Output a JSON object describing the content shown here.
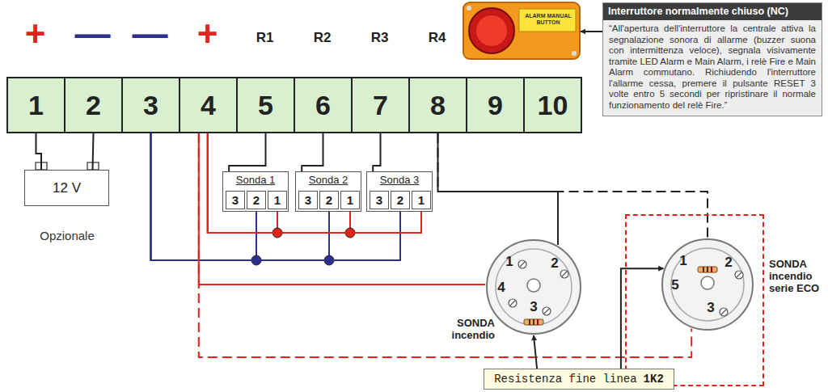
{
  "diagram": {
    "nodes": [
      {
        "text": [
          "1"
        ]
      },
      {
        "text": [
          "2"
        ]
      },
      {
        "text": [
          "3"
        ]
      },
      {
        "text": [
          "4"
        ]
      },
      {
        "text": [
          "5"
        ]
      },
      {
        "text": [
          "6"
        ]
      },
      {
        "text": [
          "7"
        ]
      },
      {
        "text": [
          "8"
        ]
      },
      {
        "text": [
          "9"
        ]
      },
      {
        "text": [
          "10"
        ]
      },
      {
        "text": [
          "12 V"
        ]
      },
      {
        "text": [
          "ALARM MANUAL BUTTON"
        ]
      },
      {
        "text": [
          "Interruttore normalmente chiuso (NC)",
          "“All'apertura dell'interruttore la centrale attiva la segnalazione sonora di allarme (buzzer suona con intermittenza veloce), segnala visivamente tramite LED Alarm e Main Alarm, i relè Fire e Main Alarm commutano. Richiudendo l'interruttore l'allarme cessa, premere il pulsante RESET 3 volte entro 5 secondi per ripristinare il normale funzionamento del relè Fire.”"
        ]
      },
      {
        "text": [
          "Sonda 1"
        ]
      },
      {
        "text": [
          "3"
        ],
        "in": 13
      },
      {
        "text": [
          "2"
        ],
        "in": 13
      },
      {
        "text": [
          "1"
        ],
        "in": 13
      },
      {
        "text": [
          "Sonda 2"
        ]
      },
      {
        "text": [
          "3"
        ],
        "in": 17
      },
      {
        "text": [
          "2"
        ],
        "in": 17
      },
      {
        "text": [
          "1"
        ],
        "in": 17
      },
      {
        "text": [
          "Sonda 3"
        ]
      },
      {
        "text": [
          "3"
        ],
        "in": 21
      },
      {
        "text": [
          "2"
        ],
        "in": 21
      },
      {
        "text": [
          "1"
        ],
        "in": 21
      },
      {
        "text": [
          "1",
          "2",
          "4",
          "3"
        ]
      },
      {
        "text": [
          "SONDA incendio serie ECO"
        ]
      },
      {
        "text": [
          "1",
          "2",
          "5",
          "3"
        ],
        "in": 26
      },
      {
        "text": [
          "Resistenza fine linea",
          "1K2"
        ]
      }
    ],
    "edges": [
      {
        "from": 0,
        "to": 10,
        "arrow": "none"
      },
      {
        "from": 1,
        "to": 10,
        "arrow": "none"
      },
      {
        "from": 2,
        "to": 15,
        "arrow": "none"
      },
      {
        "from": 2,
        "to": 19,
        "arrow": "none"
      },
      {
        "from": 2,
        "to": 23,
        "arrow": "none"
      },
      {
        "from": 3,
        "to": 16,
        "arrow": "none"
      },
      {
        "from": 3,
        "to": 20,
        "arrow": "none"
      },
      {
        "from": 3,
        "to": 24,
        "arrow": "none"
      },
      {
        "from": 3,
        "to": 25,
        "arrow": "none"
      },
      {
        "from": 3,
        "to": 27,
        "arrow": "none"
      },
      {
        "from": 4,
        "to": 13,
        "arrow": "none"
      },
      {
        "from": 5,
        "to": 17,
        "arrow": "none"
      },
      {
        "from": 6,
        "to": 21,
        "arrow": "none"
      },
      {
        "from": 7,
        "to": 25,
        "arrow": "none"
      },
      {
        "from": 7,
        "to": 27,
        "arrow": "none"
      },
      {
        "from": 12,
        "to": 11,
        "arrow": "to"
      },
      {
        "from": 28,
        "to": 25,
        "arrow": "to"
      },
      {
        "from": 28,
        "to": 27,
        "arrow": "to"
      }
    ],
    "labels": [
      "+",
      "—",
      "—",
      "+",
      "R1",
      "R2",
      "R3",
      "R4",
      "Opzionale",
      "SONDA incendio"
    ]
  }
}
